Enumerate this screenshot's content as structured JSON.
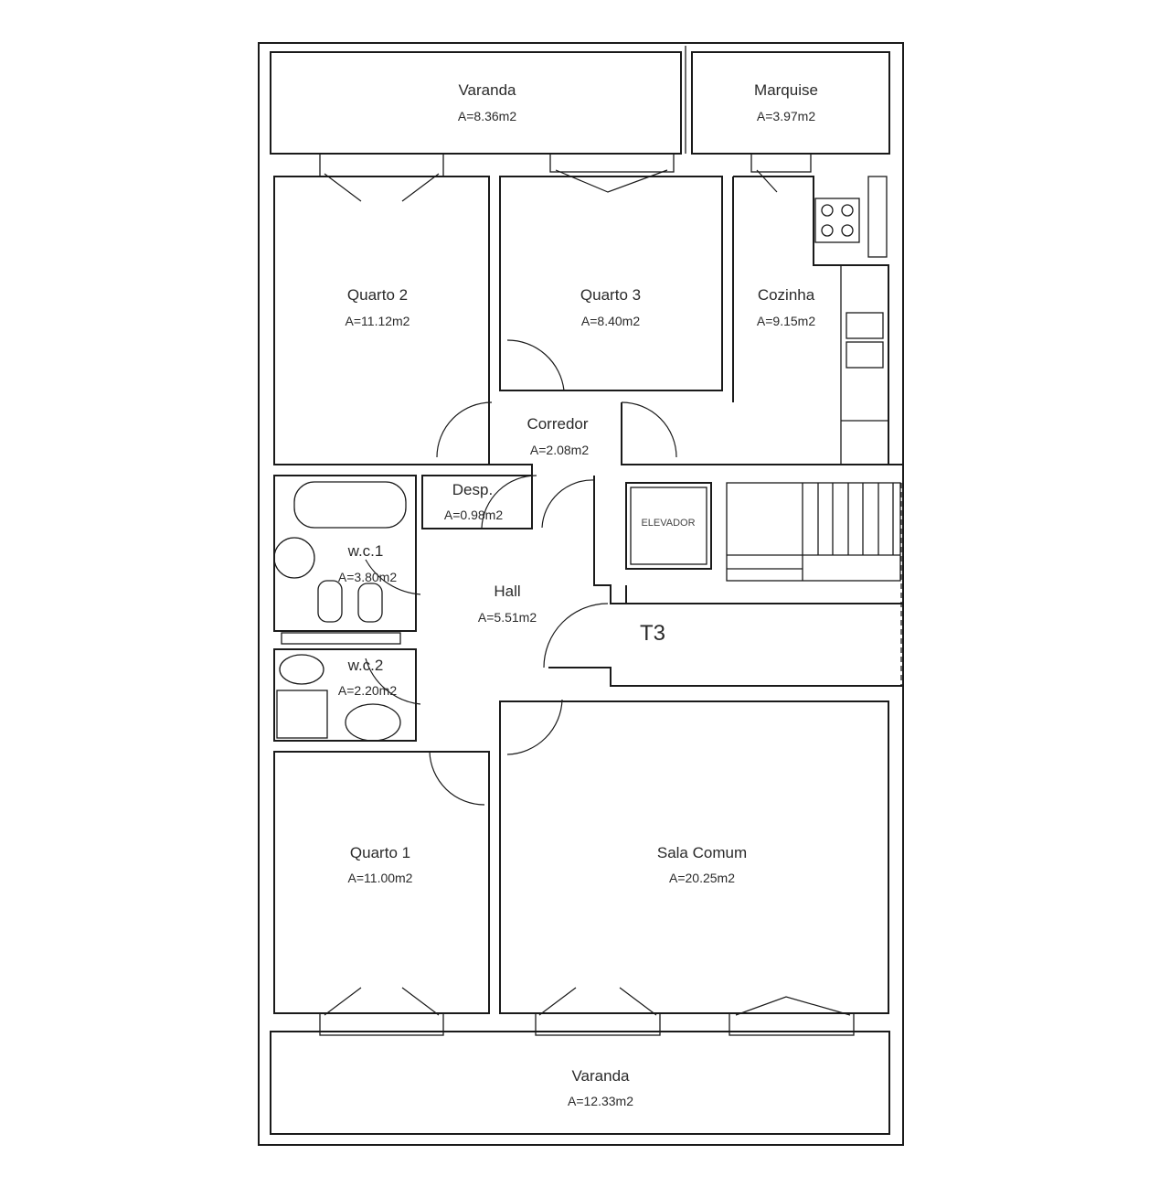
{
  "plan": {
    "unit_type": "T3",
    "rooms": [
      {
        "id": "varanda-top",
        "name": "Varanda",
        "area": "A=8.36m2"
      },
      {
        "id": "marquise",
        "name": "Marquise",
        "area": "A=3.97m2"
      },
      {
        "id": "quarto-2",
        "name": "Quarto 2",
        "area": "A=11.12m2"
      },
      {
        "id": "quarto-3",
        "name": "Quarto 3",
        "area": "A=8.40m2"
      },
      {
        "id": "cozinha",
        "name": "Cozinha",
        "area": "A=9.15m2"
      },
      {
        "id": "corredor",
        "name": "Corredor",
        "area": "A=2.08m2"
      },
      {
        "id": "desp",
        "name": "Desp.",
        "area": "A=0.98m2"
      },
      {
        "id": "wc-1",
        "name": "w.c.1",
        "area": "A=3.80m2"
      },
      {
        "id": "hall",
        "name": "Hall",
        "area": "A=5.51m2"
      },
      {
        "id": "wc-2",
        "name": "w.c.2",
        "area": "A=2.20m2"
      },
      {
        "id": "quarto-1",
        "name": "Quarto 1",
        "area": "A=11.00m2"
      },
      {
        "id": "sala-comum",
        "name": "Sala Comum",
        "area": "A=20.25m2"
      },
      {
        "id": "varanda-bottom",
        "name": "Varanda",
        "area": "A=12.33m2"
      }
    ],
    "elevator_label": "ELEVADOR"
  }
}
